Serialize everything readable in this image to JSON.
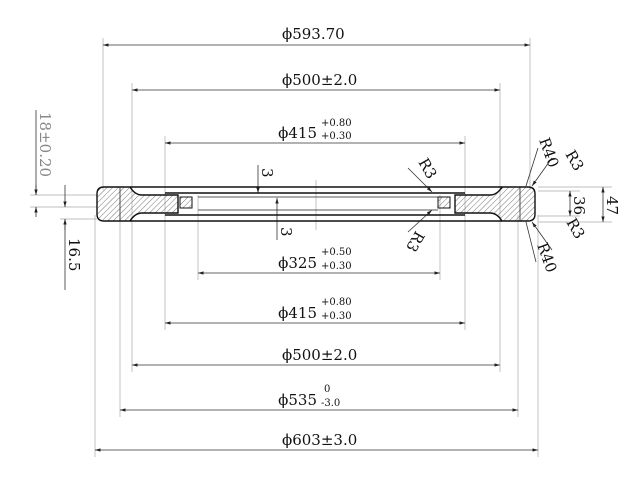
{
  "drawing": {
    "dimensions": {
      "d_593": {
        "label": "ϕ593.70"
      },
      "d_500_top": {
        "label": "ϕ500±2.0"
      },
      "d_415_top": {
        "label": "ϕ415",
        "tol_upper": "+0.80",
        "tol_lower": "+0.30"
      },
      "d_325": {
        "label": "ϕ325",
        "tol_upper": "+0.50",
        "tol_lower": "+0.30"
      },
      "d_415_bottom": {
        "label": "ϕ415",
        "tol_upper": "+0.80",
        "tol_lower": "+0.30"
      },
      "d_500_bottom": {
        "label": "ϕ500±2.0"
      },
      "d_535": {
        "label": "ϕ535",
        "tol_upper": "0",
        "tol_lower": "-3.0"
      },
      "d_603": {
        "label": "ϕ603±3.0"
      },
      "thickness_18": {
        "label": "18±0.20"
      },
      "thickness_16_5": {
        "label": "16.5"
      },
      "gap_top": {
        "label": "3"
      },
      "gap_bottom": {
        "label": "3"
      },
      "radius_r3_top": {
        "label": "R3"
      },
      "radius_r3_bottom": {
        "label": "R3"
      },
      "radius_r3_right_top": {
        "label": "R3"
      },
      "radius_r40_top": {
        "label": "R40"
      },
      "radius_r3_right_bottom": {
        "label": "R3"
      },
      "radius_r40_bottom": {
        "label": "R40"
      },
      "height_36": {
        "label": "36"
      },
      "height_47": {
        "label": "47"
      }
    }
  }
}
